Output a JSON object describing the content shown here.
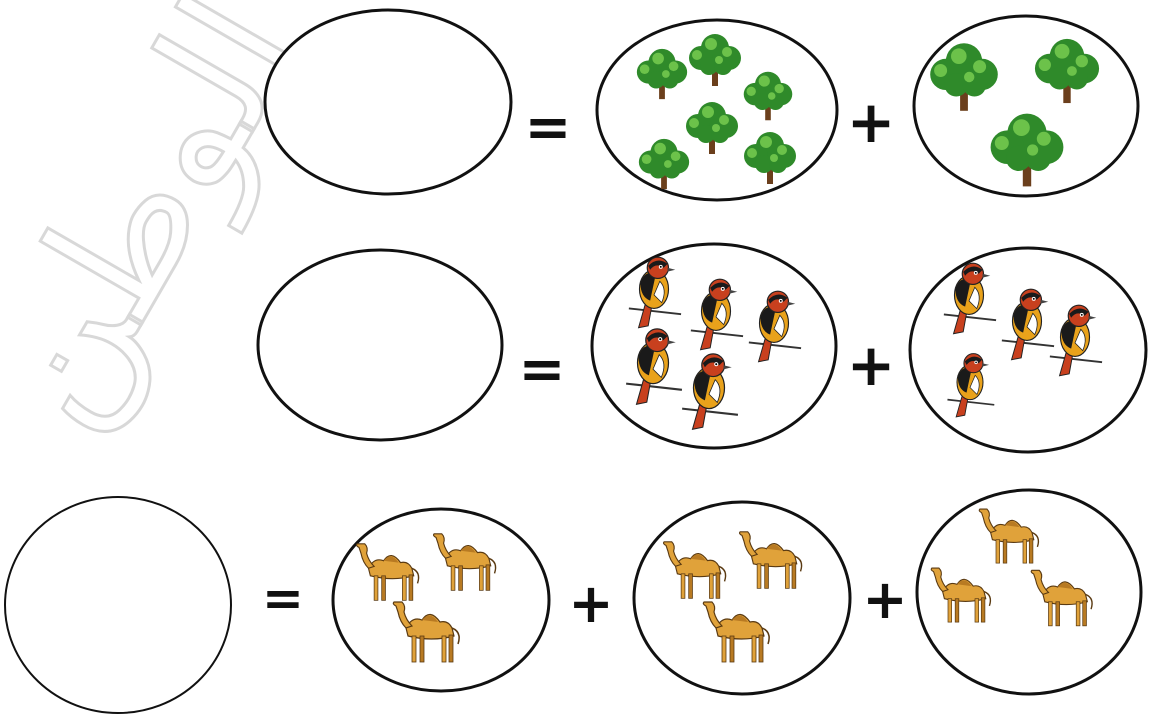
{
  "colors": {
    "background": "#ffffff",
    "outline": "#111111",
    "operator": "#111111",
    "watermark": "#dcdcdc",
    "tree_foliage": "#2f8a2a",
    "tree_foliage_light": "#6cc24a",
    "tree_trunk": "#6b3f1c",
    "bird_head": "#c8401e",
    "bird_body": "#e9a21b",
    "bird_back": "#1a1a1a",
    "camel_body": "#e0a23a",
    "camel_shade": "#b87a22"
  },
  "watermark": {
    "text": "الوطن"
  },
  "exercises": [
    {
      "id": "trees",
      "answer_value": "",
      "equals_sign": "=",
      "plus_sign": "+",
      "groups": [
        {
          "object": "tree-icon",
          "count": 6
        },
        {
          "object": "tree-icon",
          "count": 3
        }
      ]
    },
    {
      "id": "birds",
      "answer_value": "",
      "equals_sign": "=",
      "plus_sign": "+",
      "groups": [
        {
          "object": "bird-icon",
          "count": 5
        },
        {
          "object": "bird-icon",
          "count": 4
        }
      ]
    },
    {
      "id": "camels",
      "answer_value": "",
      "equals_sign": "=",
      "plus_sign": "+",
      "groups": [
        {
          "object": "camel-icon",
          "count": 3
        },
        {
          "object": "camel-icon",
          "count": 3
        },
        {
          "object": "camel-icon",
          "count": 3
        }
      ]
    }
  ]
}
